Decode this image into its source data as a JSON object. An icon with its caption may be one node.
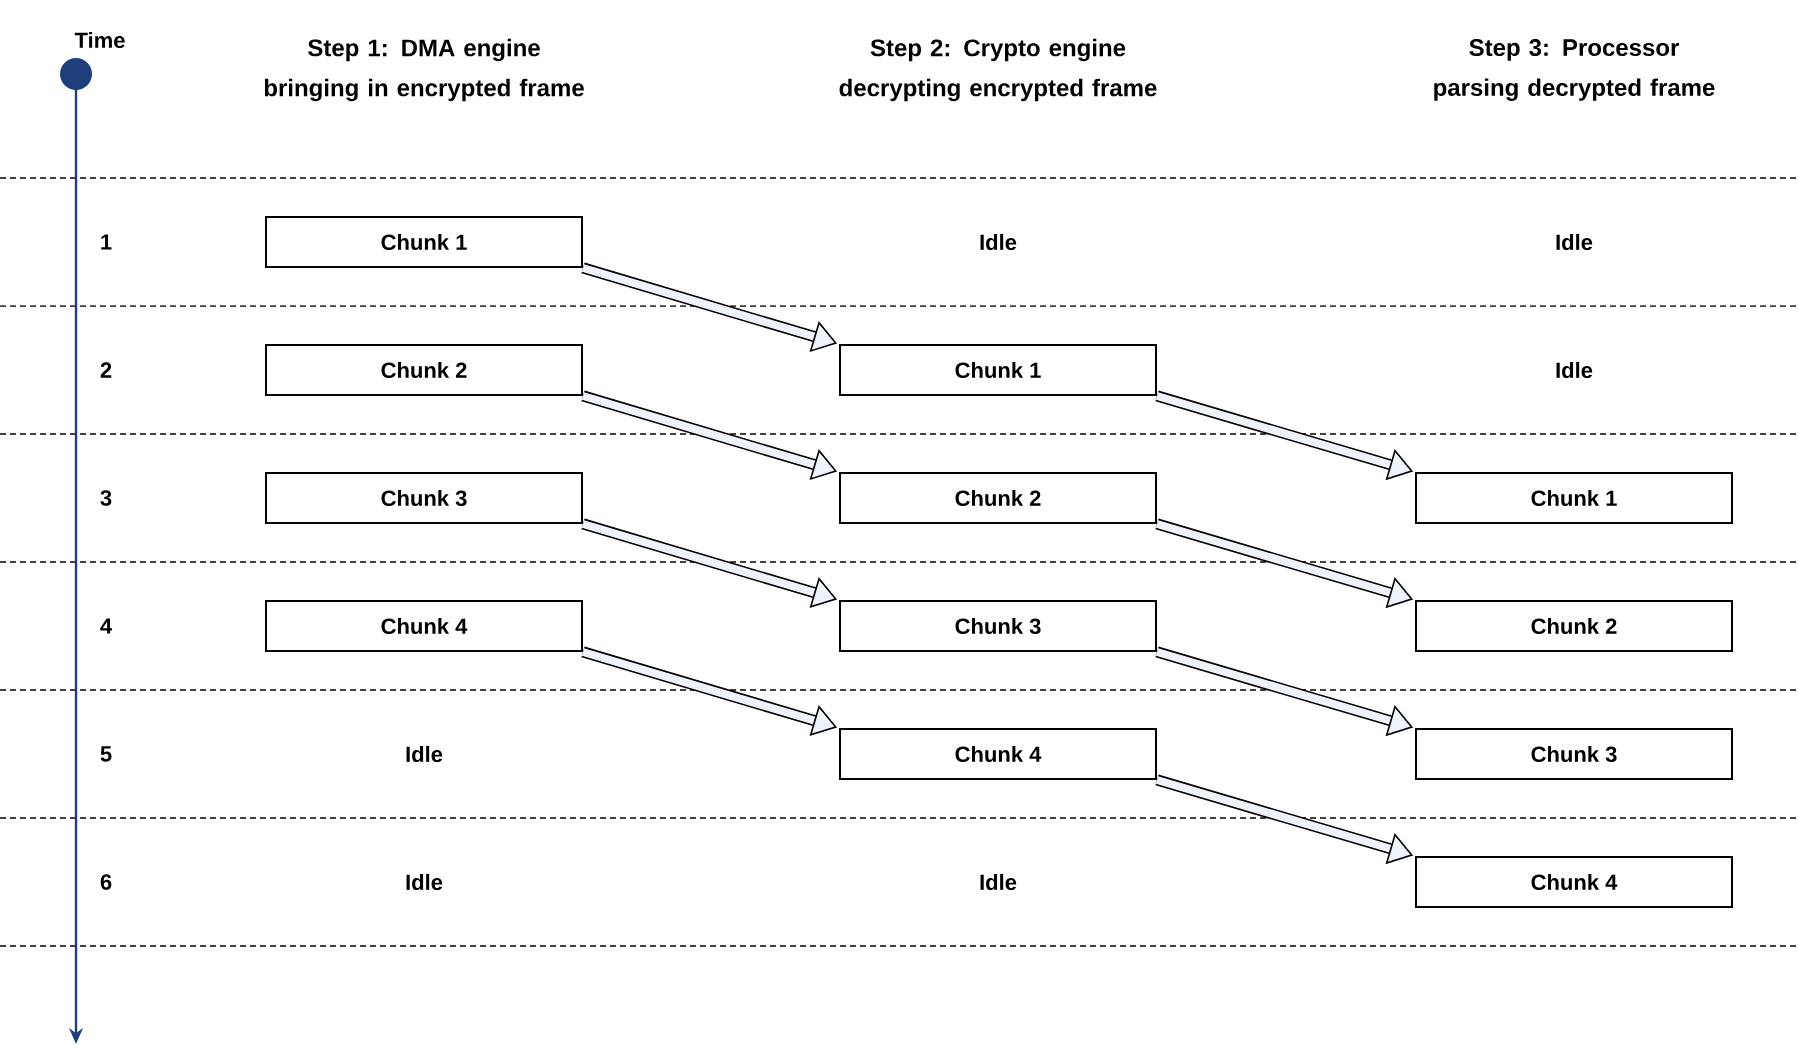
{
  "diagram": {
    "nodes": [
      {
        "text": [
          "Chunk 1"
        ]
      },
      {
        "text": [
          "Chunk 2"
        ]
      },
      {
        "text": [
          "Chunk 1"
        ]
      },
      {
        "text": [
          "Chunk 3"
        ]
      },
      {
        "text": [
          "Chunk 2"
        ]
      },
      {
        "text": [
          "Chunk 1"
        ]
      },
      {
        "text": [
          "Chunk 4"
        ]
      },
      {
        "text": [
          "Chunk 3"
        ]
      },
      {
        "text": [
          "Chunk 2"
        ]
      },
      {
        "text": [
          "Chunk 4"
        ]
      },
      {
        "text": [
          "Chunk 3"
        ]
      },
      {
        "text": [
          "Chunk 4"
        ]
      }
    ],
    "edges": [
      {
        "from": 0,
        "to": 2,
        "arrow": "to"
      },
      {
        "from": 1,
        "to": 4,
        "arrow": "to"
      },
      {
        "from": 2,
        "to": 5,
        "arrow": "to"
      },
      {
        "from": 3,
        "to": 7,
        "arrow": "to"
      },
      {
        "from": 4,
        "to": 8,
        "arrow": "to"
      },
      {
        "from": 6,
        "to": 9,
        "arrow": "to"
      },
      {
        "from": 7,
        "to": 10,
        "arrow": "to"
      },
      {
        "from": 9,
        "to": 11,
        "arrow": "to"
      }
    ],
    "labels": [
      "Time",
      "Step 1: DMA engine bringing in encrypted frame",
      "Step 2: Crypto engine decrypting encrypted frame",
      "Step 3: Processor parsing decrypted frame",
      "1",
      "Idle",
      "Idle",
      "2",
      "Idle",
      "3",
      "4",
      "5",
      "Idle",
      "6",
      "Idle",
      "Idle"
    ]
  }
}
